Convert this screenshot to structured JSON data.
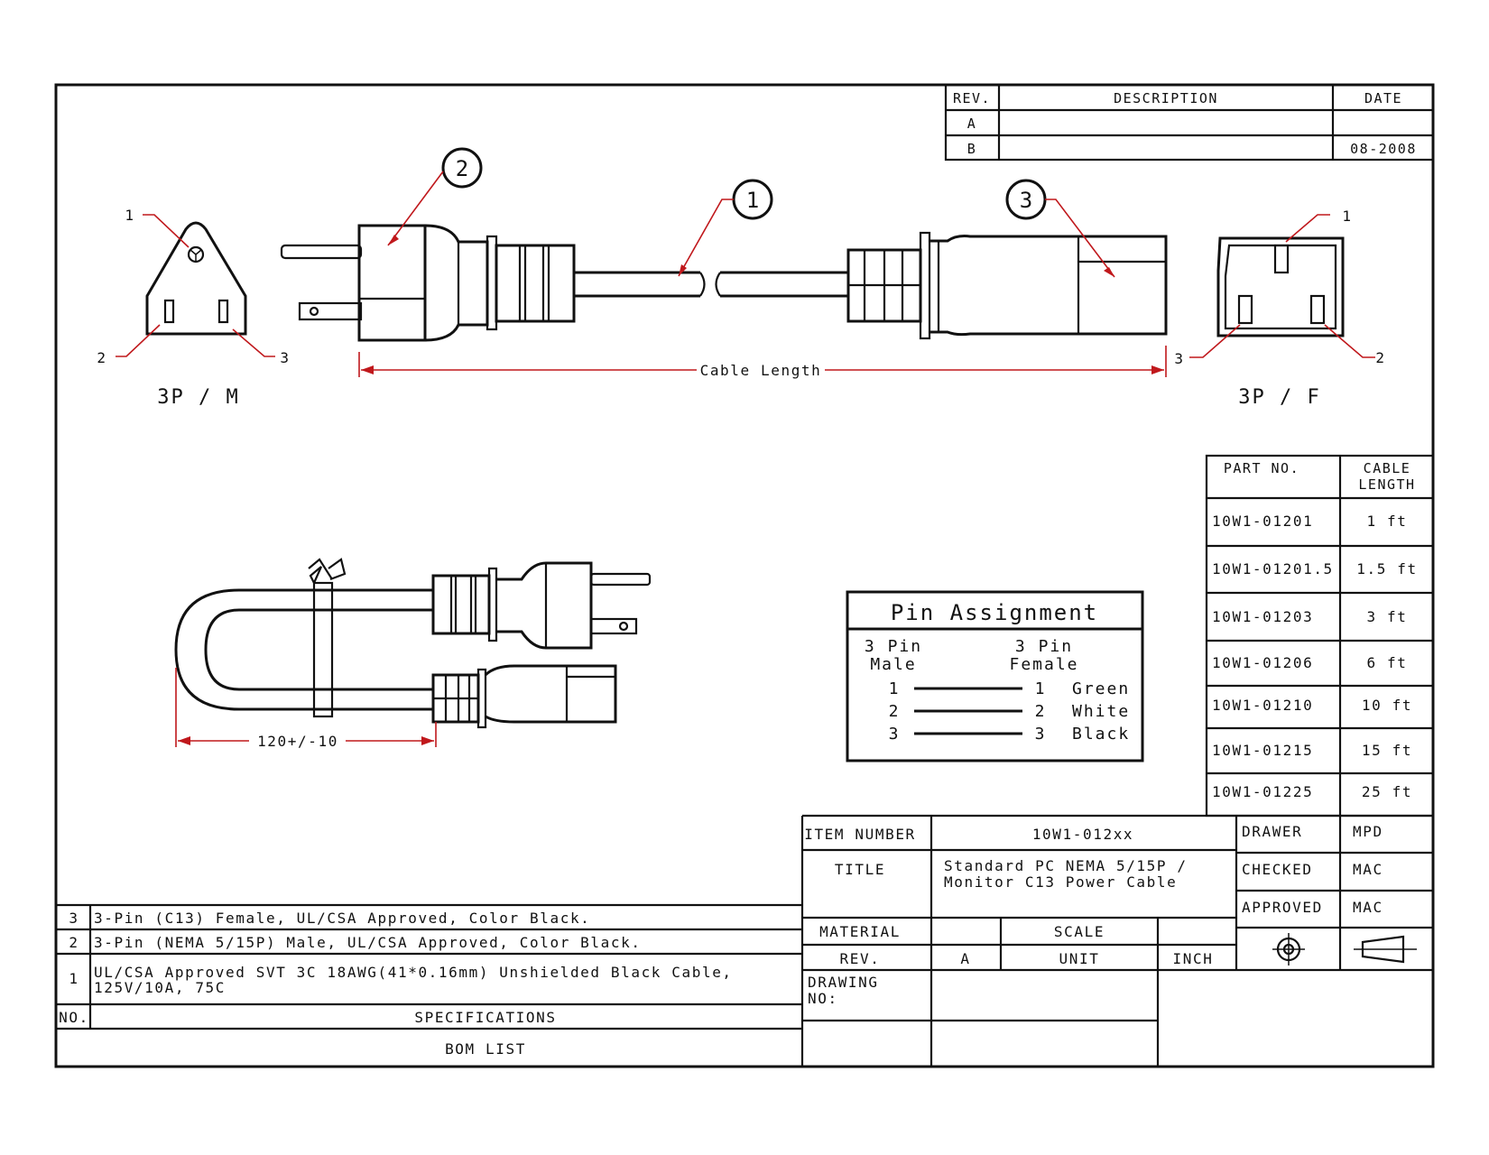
{
  "revision_table": {
    "headers": {
      "rev": "REV.",
      "description": "DESCRIPTION",
      "date": "DATE"
    },
    "rows": [
      {
        "rev": "A",
        "description": "",
        "date": ""
      },
      {
        "rev": "B",
        "description": "",
        "date": "08-2008"
      }
    ]
  },
  "callouts": {
    "cable": "1",
    "male_plug": "2",
    "female_connector": "3"
  },
  "male_face": {
    "pins": [
      "1",
      "2",
      "3"
    ],
    "label": "3P / M"
  },
  "female_face": {
    "pins": [
      "1",
      "2",
      "3"
    ],
    "label": "3P / F"
  },
  "cable_length_label": "Cable Length",
  "bend_dimension": "120+/-10",
  "pin_assignment": {
    "title": "Pin Assignment",
    "male_header_1": "3 Pin",
    "male_header_2": "Male",
    "female_header_1": "3 Pin",
    "female_header_2": "Female",
    "rows": [
      {
        "male": "1",
        "female": "1",
        "color": "Green"
      },
      {
        "male": "2",
        "female": "2",
        "color": "White"
      },
      {
        "male": "3",
        "female": "3",
        "color": "Black"
      }
    ]
  },
  "parts_table": {
    "header_part": "PART NO.",
    "header_length_1": "CABLE",
    "header_length_2": "LENGTH",
    "rows": [
      {
        "part": "10W1-01201",
        "length": "1 ft"
      },
      {
        "part": "10W1-01201.5",
        "length": "1.5 ft"
      },
      {
        "part": "10W1-01203",
        "length": "3 ft"
      },
      {
        "part": "10W1-01206",
        "length": "6 ft"
      },
      {
        "part": "10W1-01210",
        "length": "10 ft"
      },
      {
        "part": "10W1-01215",
        "length": "15 ft"
      },
      {
        "part": "10W1-01225",
        "length": "25 ft"
      }
    ]
  },
  "bom": {
    "items": [
      {
        "no": "3",
        "spec": "3-Pin (C13) Female, UL/CSA Approved, Color Black."
      },
      {
        "no": "2",
        "spec": "3-Pin (NEMA 5/15P) Male, UL/CSA Approved, Color Black."
      },
      {
        "no": "1",
        "spec_line1": "UL/CSA Approved SVT 3C 18AWG(41*0.16mm) Unshielded Black Cable,",
        "spec_line2": "125V/10A, 75C"
      }
    ],
    "header_no": "NO.",
    "header_spec": "SPECIFICATIONS",
    "footer": "BOM LIST"
  },
  "title_block": {
    "item_number_label": "ITEM NUMBER",
    "item_number": "10W1-012xx",
    "title_label": "TITLE",
    "title_line1": "Standard PC NEMA 5/15P /",
    "title_line2": "Monitor C13 Power Cable",
    "material_label": "MATERIAL",
    "material": "",
    "scale_label": "SCALE",
    "scale": "",
    "rev_label": "REV.",
    "rev": "A",
    "unit_label": "UNIT",
    "unit": "INCH",
    "drawing_no_label_1": "DRAWING",
    "drawing_no_label_2": "NO:",
    "drawer_label": "DRAWER",
    "drawer": "MPD",
    "checked_label": "CHECKED",
    "checked": "MAC",
    "approved_label": "APPROVED",
    "approved": "MAC",
    "projection_icons": [
      "third-angle-circle-icon",
      "third-angle-cone-icon"
    ]
  }
}
